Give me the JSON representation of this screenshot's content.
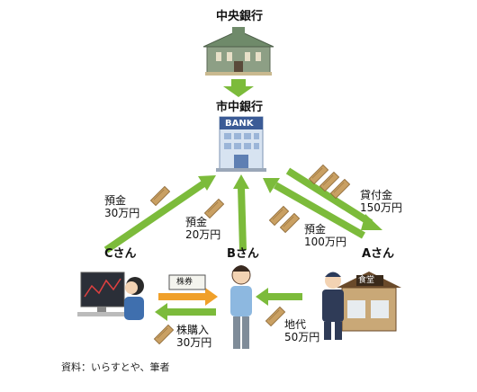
{
  "nodes": {
    "central_bank": "中央銀行",
    "commercial_bank": "市中銀行",
    "bank_sign": "BANK",
    "person_a": "Aさん",
    "person_b": "Bさん",
    "person_c": "Cさん"
  },
  "flows": {
    "c_deposit": [
      "預金",
      "30万円"
    ],
    "b_deposit": [
      "預金",
      "20万円"
    ],
    "a_loan": [
      "貸付金",
      "150万円"
    ],
    "a_deposit": [
      "預金",
      "100万円"
    ],
    "rent": [
      "地代",
      "50万円"
    ],
    "stock": [
      "株購入",
      "30万円"
    ]
  },
  "stock_certificate": "株券",
  "shop_sign": "食堂",
  "source": "資料：いらすとや、筆者",
  "colors": {
    "arrow_green": "#7cbb3b",
    "arrow_orange": "#f0a02a",
    "money_stack": "#c49a55"
  }
}
